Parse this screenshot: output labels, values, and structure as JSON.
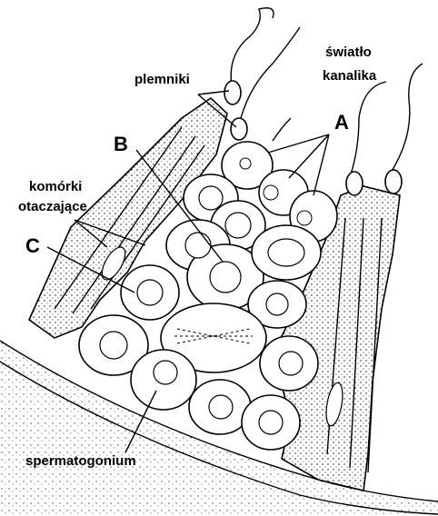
{
  "labels": {
    "plemniki": "plemniki",
    "lumen_line1": "światło",
    "lumen_line2": "kanalika",
    "A": "A",
    "B": "B",
    "C": "C",
    "sustentacular_line1": "komórki",
    "sustentacular_line2": "otaczające",
    "spermatogonium": "spermatogonium"
  },
  "colors": {
    "ink": "#000000",
    "background": "#ffffff"
  }
}
